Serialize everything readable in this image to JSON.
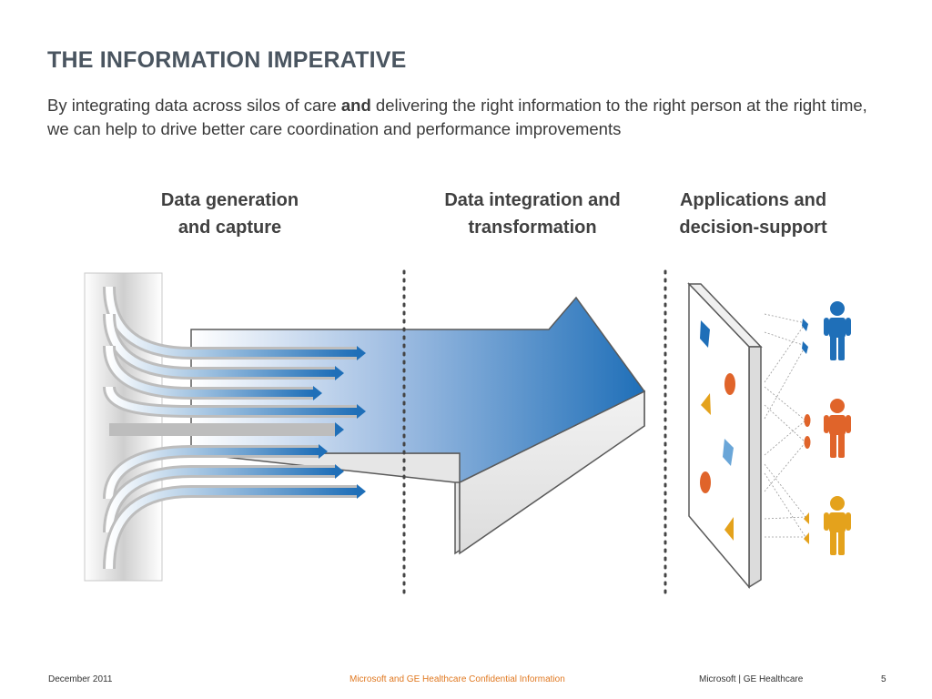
{
  "slide": {
    "title": "THE INFORMATION IMPERATIVE",
    "subtitle_part1": "By integrating data across silos of care ",
    "subtitle_bold": "and",
    "subtitle_part2": " delivering the right information to the right person at the right time, we can help to drive better care coordination and performance improvements"
  },
  "columns": [
    {
      "line1": "Data generation",
      "line2": "and capture"
    },
    {
      "line1": "Data integration and",
      "line2": "transformation"
    },
    {
      "line1": "Applications and",
      "line2": "decision-support"
    }
  ],
  "diagram": {
    "icons": [
      "stream-arrows-icon",
      "integration-arrow-icon",
      "application-panel-icon",
      "person-icon"
    ],
    "colors": {
      "blue": "#1f6fb8",
      "orange": "#e0642a",
      "yellow": "#e4a21c",
      "light_blue": "#6aa6d8",
      "gray": "#d9d9d9"
    },
    "people": [
      {
        "color": "#1f6fb8"
      },
      {
        "color": "#e0642a"
      },
      {
        "color": "#e4a21c"
      }
    ]
  },
  "footer": {
    "date": "December 2011",
    "confidential": "Microsoft and GE Healthcare Confidential Information",
    "company": "Microsoft | GE Healthcare",
    "page": "5"
  }
}
